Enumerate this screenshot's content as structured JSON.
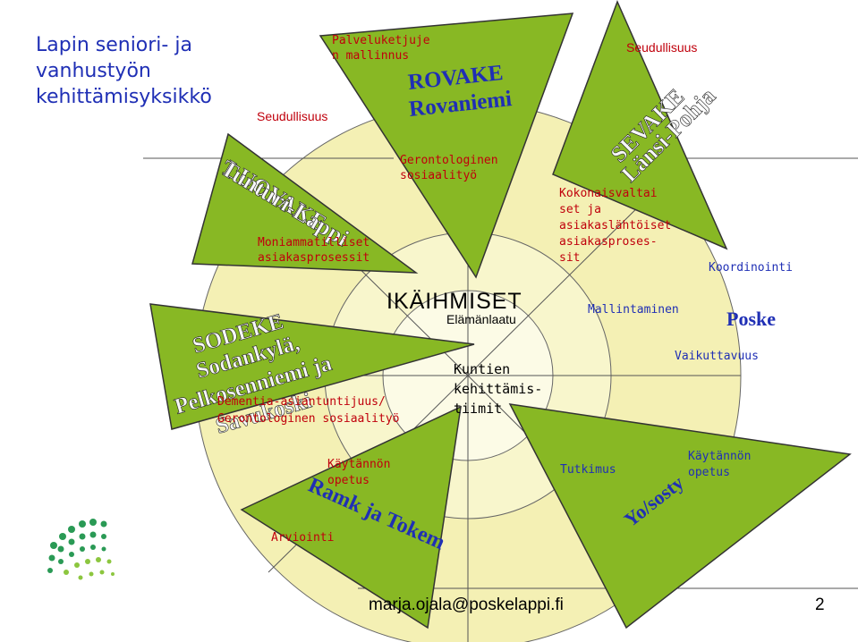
{
  "slide": {
    "title": "Lapin seniori- ja vanhustyön kehittämisyksikkö",
    "footer_email": "marja.ojala@poskelappi.fi",
    "page_number": "2"
  },
  "center": {
    "main": "IKÄIHMISET",
    "sub": "Elämänlaatu",
    "kuntien": [
      "Kuntien",
      "kehittämis-",
      "tiimit"
    ]
  },
  "units": {
    "rovake": {
      "name": "ROVAKE",
      "place": "Rovaniemi",
      "top_label": [
        "Palveluketjuje",
        "n mallinnus"
      ],
      "bottom_label": [
        "Gerontologinen",
        "sosiaalityö"
      ]
    },
    "luovake": {
      "name": "LUOVAKE",
      "place": "Tunturi-Lappi",
      "region_label": "Seudullisuus",
      "theme": [
        "Moniammatilliset",
        "asiakasprosessit"
      ]
    },
    "sevake": {
      "name": "SEVAKE",
      "place": "Länsi-Pohja",
      "region_label": "Seudullisuus",
      "theme": [
        "Kokonaisvaltai",
        "set ja",
        "asiakaslähtöiset",
        "asiakasproses-",
        "sit"
      ]
    },
    "sodeke": {
      "name": "SODEKE",
      "places": [
        "Sodankylä,",
        "Pelkosenniemi ja",
        "Savukoski"
      ],
      "theme": [
        "Dementia-asiantuntijuus/",
        "Gerontologinen sosiaalityö"
      ]
    },
    "ramk": {
      "name": "Ramk ja Tokem",
      "top_label": [
        "Käytännön",
        "opetus"
      ],
      "bottom_label": "Arviointi"
    },
    "yo": {
      "name": "Yo/sosty",
      "left_label": "Tutkimus",
      "right_label": [
        "Käytännön",
        "opetus"
      ]
    },
    "poske": {
      "name": "Poske",
      "labels": [
        "Koordinointi",
        "Mallintaminen",
        "Vaikuttavuus"
      ]
    }
  },
  "colors": {
    "triangle_fill": "#88b824",
    "ring_outer": "#f4f0b4",
    "ring_mid": "#f8f6cc",
    "ring_inner": "#fcfbe6",
    "title": "#1f2fb5",
    "label_red": "#c0000c"
  },
  "logo": {
    "icon": "dot-swirl-logo-icon"
  }
}
